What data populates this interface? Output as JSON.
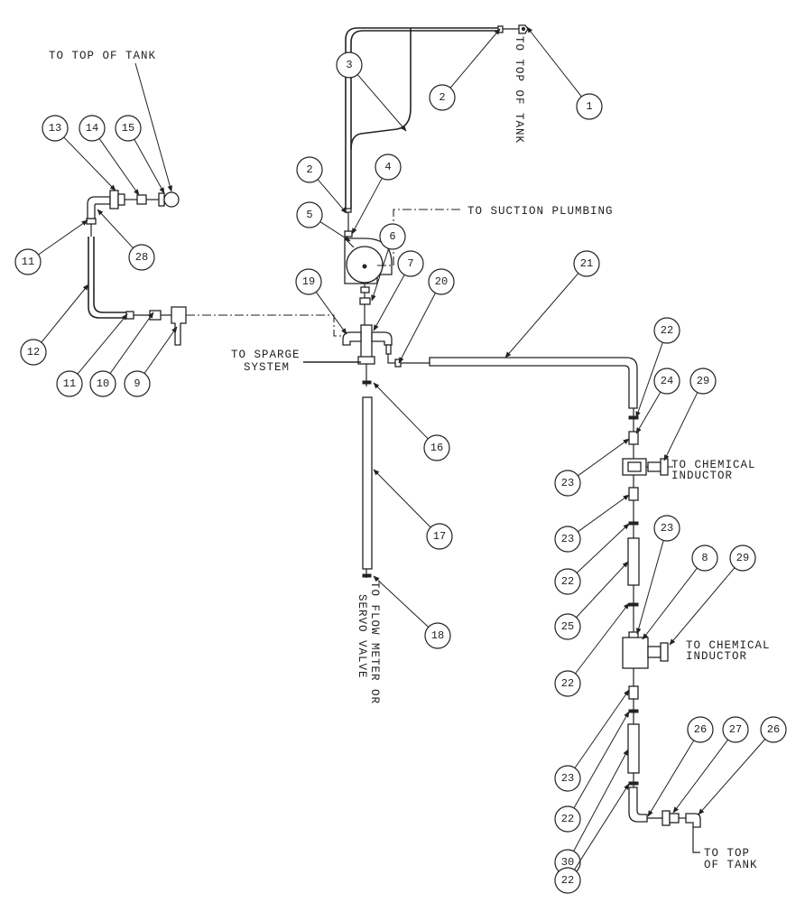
{
  "notes": {
    "tank_top_upper": "TO TOP OF TANK",
    "tank_top_right": "TO TOP OF TANK",
    "suction": "TO SUCTION PLUMBING",
    "sparge_1": "TO SPARGE",
    "sparge_2": "SYSTEM",
    "flow_meter_1": "TO FLOW METER OR",
    "flow_meter_2": "SERVO VALVE",
    "chem_a_1": "TO CHEMICAL",
    "chem_a_2": "INDUCTOR",
    "chem_b_1": "TO CHEMICAL",
    "chem_b_2": "INDUCTOR",
    "tank_bottom_1": "TO TOP",
    "tank_bottom_2": "OF TANK"
  },
  "callouts": [
    "1",
    "2",
    "3",
    "2",
    "4",
    "5",
    "6",
    "7",
    "19",
    "20",
    "21",
    "13",
    "14",
    "15",
    "28",
    "11",
    "12",
    "11",
    "10",
    "9",
    "16",
    "17",
    "18",
    "22",
    "24",
    "29",
    "23",
    "23",
    "22",
    "25",
    "23",
    "8",
    "29",
    "22",
    "23",
    "22",
    "30",
    "26",
    "27",
    "26",
    "22"
  ]
}
